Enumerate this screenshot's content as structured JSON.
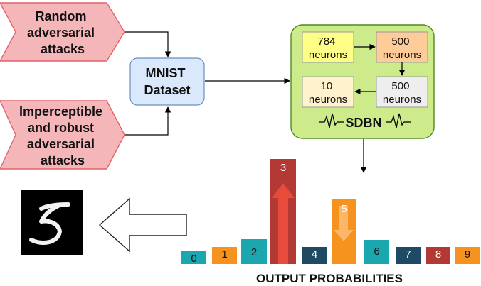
{
  "attacks": {
    "random": [
      "Random",
      "adversarial",
      "attacks"
    ],
    "imperceptible": [
      "Imperceptible",
      "and robust",
      "adversarial",
      "attacks"
    ]
  },
  "dataset": [
    "MNIST",
    "Dataset"
  ],
  "sdbn": {
    "label": "SDBN",
    "layers": [
      [
        "784",
        "neurons"
      ],
      [
        "500",
        "neurons"
      ],
      [
        "500",
        "neurons"
      ],
      [
        "10",
        "neurons"
      ]
    ]
  },
  "output": {
    "title": "OUTPUT PROBABILITIES",
    "digits": [
      "0",
      "1",
      "2",
      "3",
      "4",
      "5",
      "6",
      "7",
      "8",
      "9"
    ]
  },
  "colors": {
    "attack_fill": "#f4b6b8",
    "attack_stroke": "#e0646a",
    "dataset_fill": "#dae8fc",
    "dataset_stroke": "#6c8ebf",
    "sdbn_fill": "#cdeb8b",
    "sdbn_stroke": "#4d8a1f",
    "layer_784": "#ffff88",
    "layer_500a": "#ffcc99",
    "layer_500b": "#eeeeee",
    "layer_10": "#fff2cc",
    "teal": "#1ba7b0",
    "orange": "#f6921e",
    "navy": "#1f4a63",
    "darkred": "#b33a34",
    "red_arrow": "#e84b3c",
    "light_orange_arrow": "#fbb66a"
  },
  "icons": {
    "down_arrow": "down-arrow-icon",
    "up_arrow": "up-arrow-icon",
    "left_arrow": "big-left-arrow-icon",
    "pulse": "pulse-icon"
  }
}
